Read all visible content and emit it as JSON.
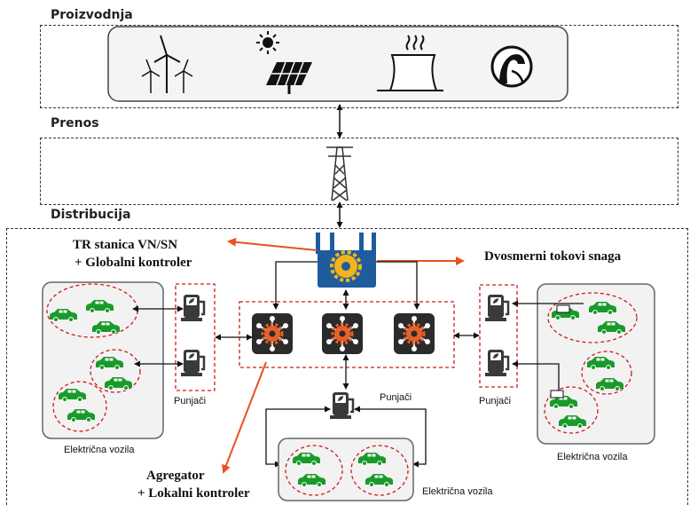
{
  "sections": {
    "production": "Proizvodnja",
    "transmission": "Prenos",
    "distribution": "Distribucija"
  },
  "labels": {
    "substation_line1": "TR stanica VN/SN",
    "substation_line2": "+ Globalni kontroler",
    "bidirectional": "Dvosmerni tokovi snaga",
    "aggregator_line1": "Agregator",
    "aggregator_line2": "+ Lokalni kontroler",
    "chargers_left": "Punjači",
    "chargers_right": "Punjači",
    "chargers_bottom": "Punjači",
    "ev_left": "Električna vozila",
    "ev_right": "Električna vozila",
    "ev_bottom": "Električna vozila"
  },
  "icons": {
    "production": [
      "wind-turbines-icon",
      "solar-panel-icon",
      "power-plant-icon",
      "hydro-dam-icon"
    ],
    "transmission": "transmission-tower-icon",
    "substation": "substation-transformer-icon",
    "aggregators": [
      "aggregator-icon",
      "aggregator-icon",
      "aggregator-icon"
    ],
    "chargers": "ev-charger-icon",
    "cars": "ev-car-icon"
  },
  "colors": {
    "car_green": "#1a9a2a",
    "arrow_orange": "#e8521f",
    "cluster_dashed": "#d11a1a",
    "aggregator_dark": "#2b2b2b",
    "gear_orange": "#e8602a",
    "substation_blue": "#1f5c9e"
  }
}
